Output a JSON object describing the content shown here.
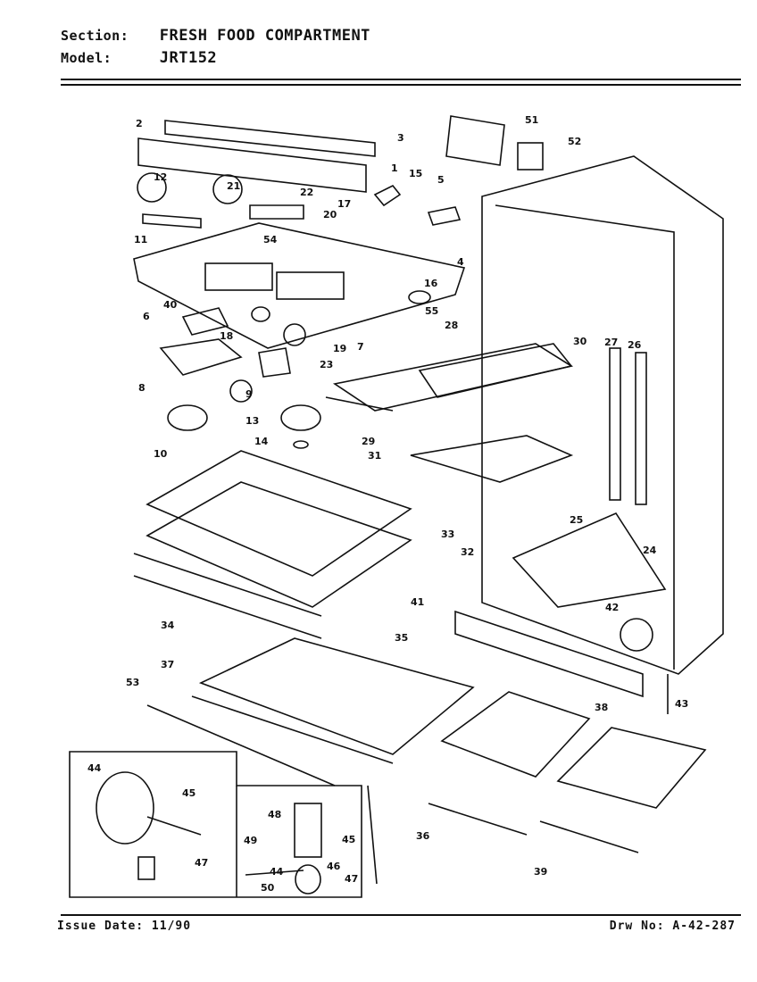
{
  "header": {
    "section_key": "Section:",
    "section_value": "FRESH FOOD COMPARTMENT",
    "model_key": "Model:",
    "model_value": "JRT152"
  },
  "footer": {
    "issue_date": "Issue Date: 11/90",
    "drawing_no": "Drw No: A-42-287"
  },
  "callouts": [
    "1",
    "2",
    "3",
    "4",
    "5",
    "6",
    "7",
    "8",
    "9",
    "10",
    "11",
    "12",
    "13",
    "14",
    "15",
    "16",
    "17",
    "18",
    "19",
    "20",
    "21",
    "22",
    "23",
    "24",
    "25",
    "26",
    "27",
    "28",
    "29",
    "30",
    "31",
    "32",
    "33",
    "34",
    "35",
    "36",
    "37",
    "38",
    "39",
    "40",
    "41",
    "42",
    "43",
    "44",
    "45",
    "46",
    "47",
    "48",
    "49",
    "50",
    "51",
    "52",
    "53",
    "54",
    "55"
  ]
}
